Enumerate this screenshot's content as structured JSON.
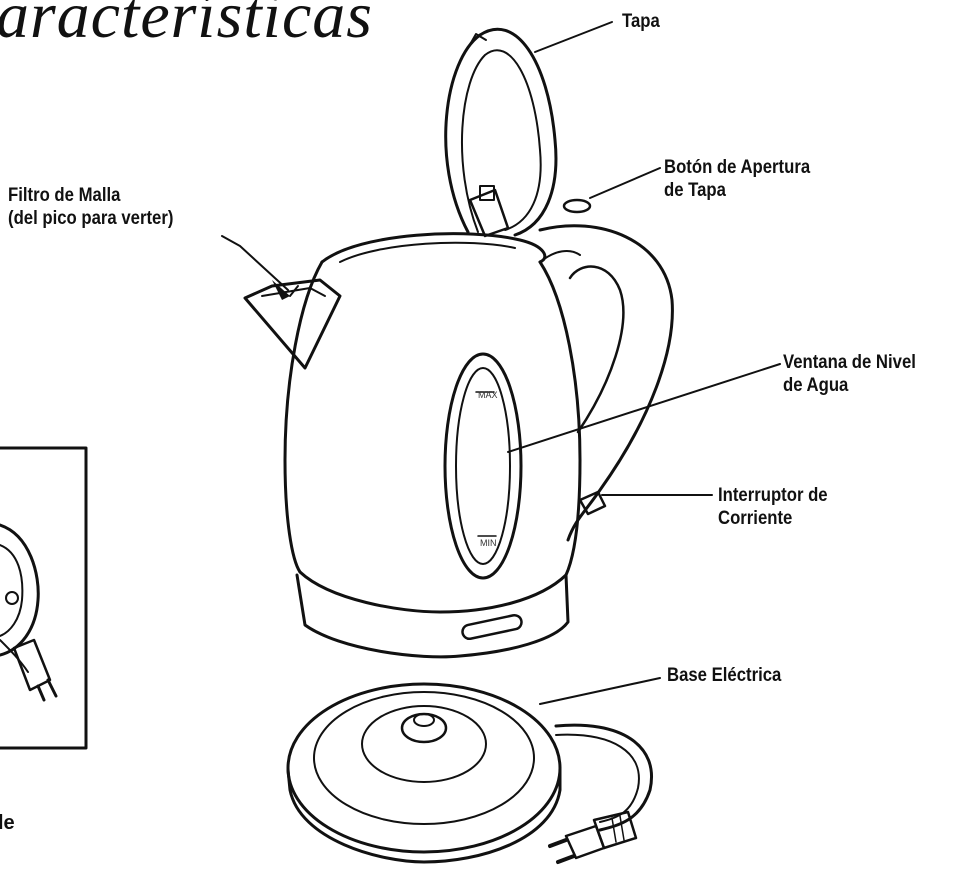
{
  "title": "aracterísticas",
  "labels": {
    "tapa": [
      "Tapa"
    ],
    "boton": [
      "Botón de Apertura",
      "de Tapa"
    ],
    "filtro": [
      "Filtro de Malla",
      "(del pico para verter)"
    ],
    "ventana": [
      "Ventana de Nivel",
      "de Agua"
    ],
    "interruptor": [
      "Interruptor de",
      "Corriente"
    ],
    "base": [
      "Base Eléctrica"
    ]
  },
  "window_marks": {
    "max": "MAX",
    "min": "MIN"
  },
  "inset_caption": "le"
}
